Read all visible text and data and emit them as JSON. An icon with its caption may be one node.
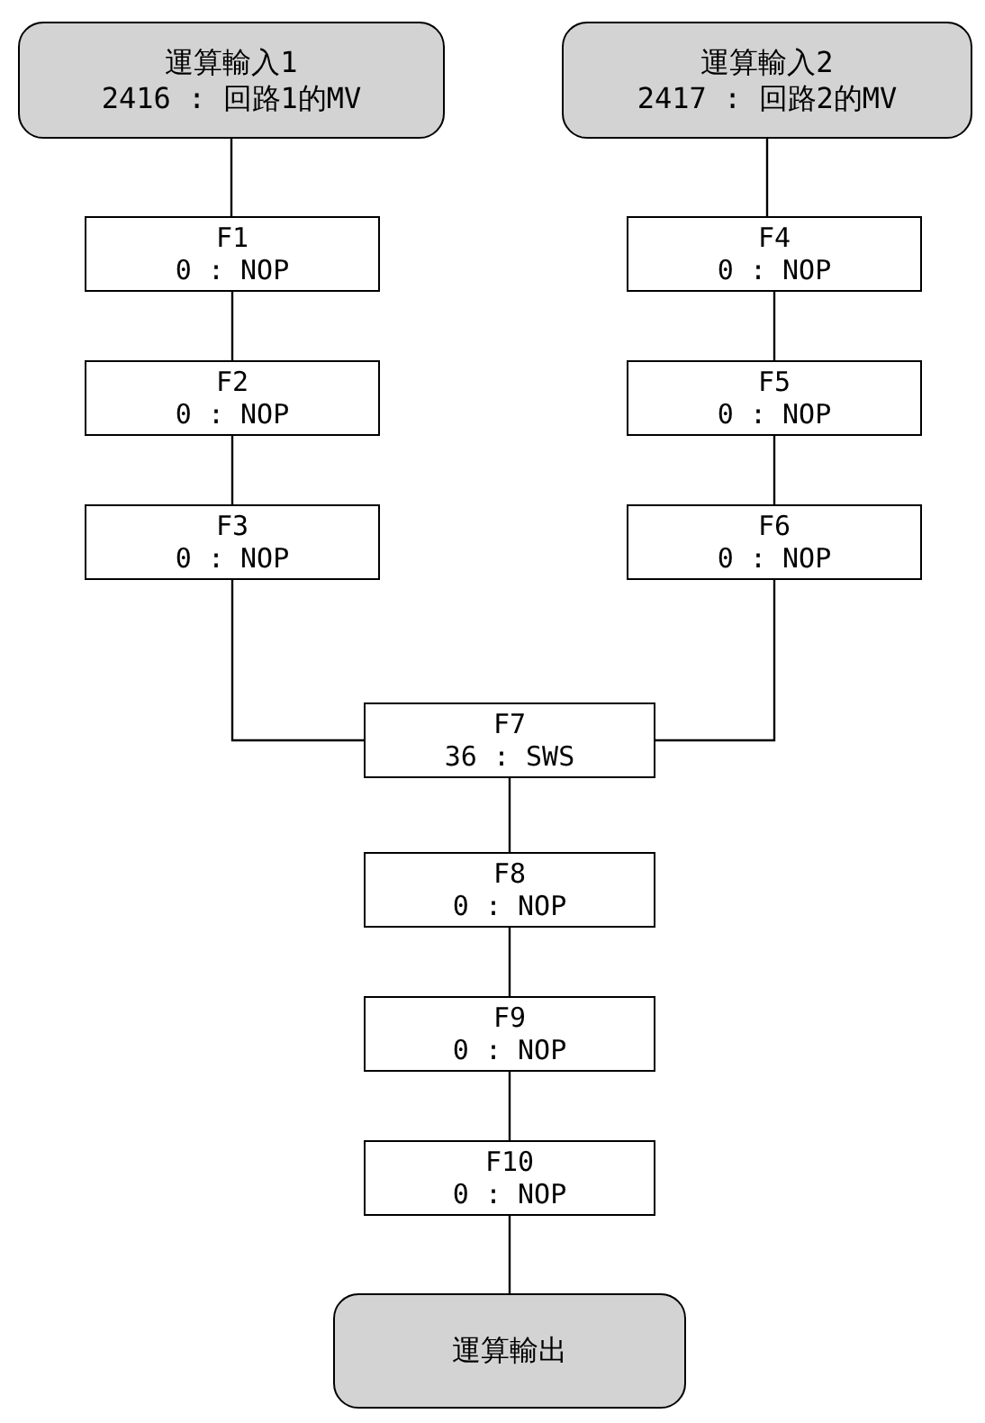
{
  "diagram": {
    "nodes": [
      {
        "text": [
          "運算輸入1",
          "2416 : 回路1的MV"
        ]
      },
      {
        "text": [
          "運算輸入2",
          "2417 : 回路2的MV"
        ]
      },
      {
        "text": [
          "F1",
          "0 : NOP"
        ]
      },
      {
        "text": [
          "F2",
          "0 : NOP"
        ]
      },
      {
        "text": [
          "F3",
          "0 : NOP"
        ]
      },
      {
        "text": [
          "F4",
          "0 : NOP"
        ]
      },
      {
        "text": [
          "F5",
          "0 : NOP"
        ]
      },
      {
        "text": [
          "F6",
          "0 : NOP"
        ]
      },
      {
        "text": [
          "F7",
          "36 : SWS"
        ]
      },
      {
        "text": [
          "F8",
          "0 : NOP"
        ]
      },
      {
        "text": [
          "F9",
          "0 : NOP"
        ]
      },
      {
        "text": [
          "F10",
          "0 : NOP"
        ]
      },
      {
        "text": [
          "運算輸出"
        ]
      }
    ],
    "edges": [
      {
        "from": 0,
        "to": 2,
        "arrow": "none"
      },
      {
        "from": 2,
        "to": 3,
        "arrow": "none"
      },
      {
        "from": 3,
        "to": 4,
        "arrow": "none"
      },
      {
        "from": 4,
        "to": 8,
        "arrow": "none"
      },
      {
        "from": 1,
        "to": 5,
        "arrow": "none"
      },
      {
        "from": 5,
        "to": 6,
        "arrow": "none"
      },
      {
        "from": 6,
        "to": 7,
        "arrow": "none"
      },
      {
        "from": 7,
        "to": 8,
        "arrow": "none"
      },
      {
        "from": 8,
        "to": 9,
        "arrow": "none"
      },
      {
        "from": 9,
        "to": 10,
        "arrow": "none"
      },
      {
        "from": 10,
        "to": 11,
        "arrow": "none"
      },
      {
        "from": 11,
        "to": 12,
        "arrow": "none"
      }
    ]
  }
}
